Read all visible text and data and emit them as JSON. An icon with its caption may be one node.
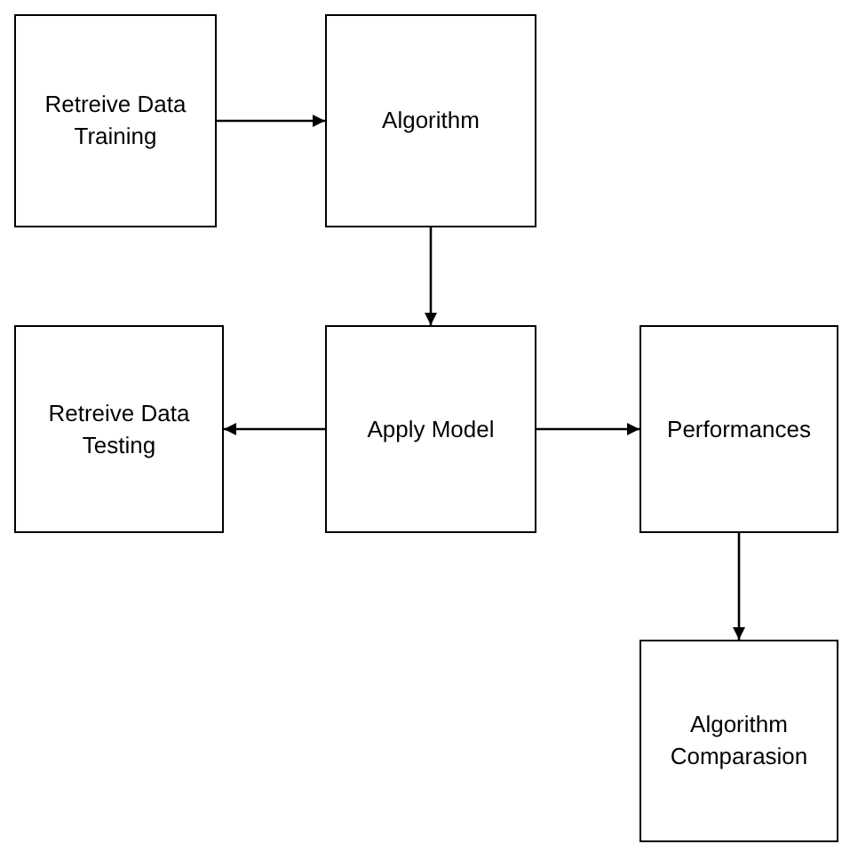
{
  "diagram": {
    "nodes": [
      {
        "text": [
          "Retreive Data Training"
        ]
      },
      {
        "text": [
          "Algorithm"
        ]
      },
      {
        "text": [
          "Retreive Data Testing"
        ]
      },
      {
        "text": [
          "Apply Model"
        ]
      },
      {
        "text": [
          "Performances"
        ]
      },
      {
        "text": [
          "Algorithm Comparasion"
        ]
      }
    ],
    "edges": [
      {
        "from": 0,
        "to": 1,
        "arrow": "to"
      },
      {
        "from": 1,
        "to": 3,
        "arrow": "to"
      },
      {
        "from": 3,
        "to": 2,
        "arrow": "to"
      },
      {
        "from": 3,
        "to": 4,
        "arrow": "to"
      },
      {
        "from": 4,
        "to": 5,
        "arrow": "to"
      }
    ]
  }
}
